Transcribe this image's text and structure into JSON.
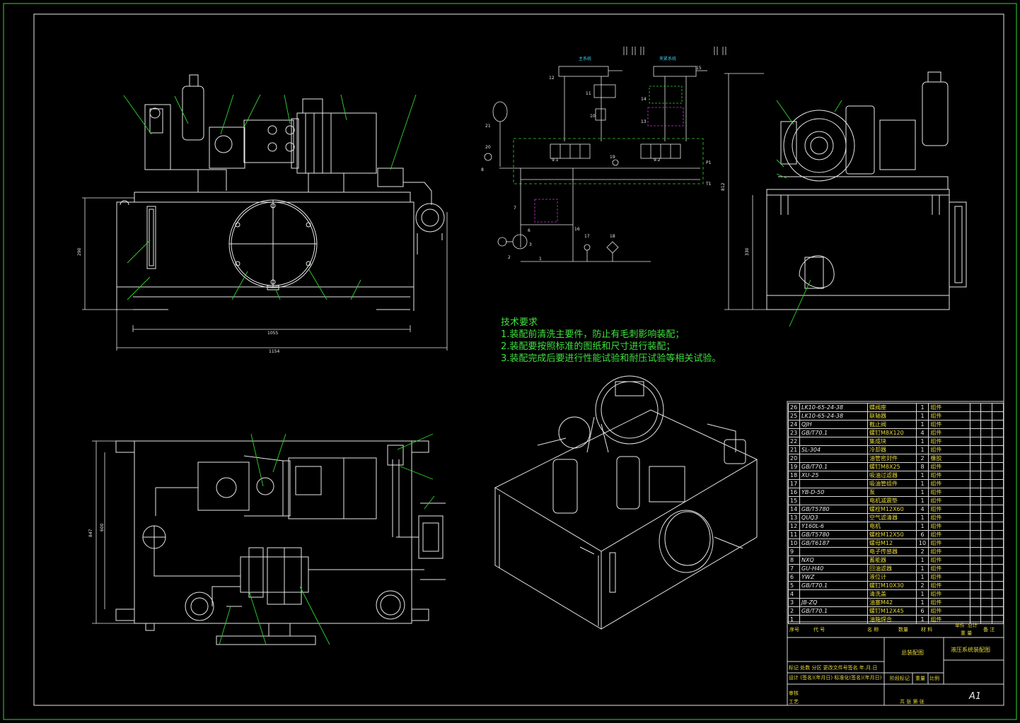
{
  "technical_requirements": {
    "heading": "技术要求",
    "items": [
      "1.装配前清洗主要件，防止有毛刺影响装配；",
      "2.装配要按照标准的图纸和尺寸进行装配；",
      "3.装配完成后要进行性能试验和耐压试验等相关试验。"
    ]
  },
  "schematic": {
    "circuit_main": "主系统",
    "circuit_clamp": "夹紧系统"
  },
  "bom_rows": [
    {
      "no": "26",
      "code": "LK10-65-24-38",
      "name": "蝶阀座",
      "qty": "1",
      "mat": "组件"
    },
    {
      "no": "25",
      "code": "LK10-65-24-38",
      "name": "联轴器",
      "qty": "1",
      "mat": "组件"
    },
    {
      "no": "24",
      "code": "QJH",
      "name": "截止阀",
      "qty": "1",
      "mat": "组件"
    },
    {
      "no": "23",
      "code": "GB/T70.1",
      "name": "螺钉M8X120",
      "qty": "4",
      "mat": "组件"
    },
    {
      "no": "22",
      "code": "",
      "name": "集成块",
      "qty": "1",
      "mat": "组件"
    },
    {
      "no": "21",
      "code": "SL-304",
      "name": "冷却器",
      "qty": "1",
      "mat": "组件"
    },
    {
      "no": "20",
      "code": "",
      "name": "油管密封件",
      "qty": "2",
      "mat": "橡胶"
    },
    {
      "no": "19",
      "code": "GB/T70.1",
      "name": "螺钉M8X25",
      "qty": "8",
      "mat": "组件"
    },
    {
      "no": "18",
      "code": "XU-25",
      "name": "吸油过滤器",
      "qty": "1",
      "mat": "组件"
    },
    {
      "no": "17",
      "code": "",
      "name": "吸油管组件",
      "qty": "1",
      "mat": "组件"
    },
    {
      "no": "16",
      "code": "YB-D-50",
      "name": "泵",
      "qty": "1",
      "mat": "组件"
    },
    {
      "no": "15",
      "code": "",
      "name": "电机减震垫",
      "qty": "1",
      "mat": "组件"
    },
    {
      "no": "14",
      "code": "GB/T5780",
      "name": "螺栓M12X60",
      "qty": "4",
      "mat": "组件"
    },
    {
      "no": "13",
      "code": "QUQ3",
      "name": "空气滤清器",
      "qty": "1",
      "mat": "组件"
    },
    {
      "no": "12",
      "code": "Y160L-6",
      "name": "电机",
      "qty": "1",
      "mat": "组件"
    },
    {
      "no": "11",
      "code": "GB/T5780",
      "name": "螺栓M12X50",
      "qty": "6",
      "mat": "组件"
    },
    {
      "no": "10",
      "code": "GB/T6187",
      "name": "螺母M12",
      "qty": "10",
      "mat": "组件"
    },
    {
      "no": "9",
      "code": "",
      "name": "电子传感器",
      "qty": "2",
      "mat": "组件"
    },
    {
      "no": "8",
      "code": "NXQ",
      "name": "蓄能器",
      "qty": "1",
      "mat": "组件"
    },
    {
      "no": "7",
      "code": "GU-H40",
      "name": "回油滤器",
      "qty": "1",
      "mat": "组件"
    },
    {
      "no": "6",
      "code": "YWZ",
      "name": "液位计",
      "qty": "1",
      "mat": "组件"
    },
    {
      "no": "5",
      "code": "GB/T70.1",
      "name": "螺钉M10X30",
      "qty": "2",
      "mat": "组件"
    },
    {
      "no": "4",
      "code": "",
      "name": "清洗盖",
      "qty": "1",
      "mat": "组件"
    },
    {
      "no": "3",
      "code": "JB-ZQ",
      "name": "油塞M42",
      "qty": "1",
      "mat": "组件"
    },
    {
      "no": "2",
      "code": "GB/T70.1",
      "name": "螺钉M12X45",
      "qty": "6",
      "mat": "组件"
    },
    {
      "no": "1",
      "code": "",
      "name": "油箱焊合",
      "qty": "1",
      "mat": "组件"
    }
  ],
  "bom_header": {
    "no": "序号",
    "code": "代 号",
    "name": "名 称",
    "qty": "数量",
    "mat": "材 料",
    "weight_single": "单件",
    "weight_total": "总计",
    "weight": "重 量",
    "remark": "备 注"
  },
  "title_block": {
    "drawing_title": "液压系统装配图",
    "assembly": "总装配图",
    "marks_row": "标记 处数 分区 更改文件号签名 年.月.日",
    "design_row": "设计 (签名)(年月日) 标准化(签名)(年月日)",
    "stage": "阶段标记",
    "weight": "重量",
    "scale": "比例",
    "review": "审核",
    "process": "工艺",
    "sheets": "共 张 第 张",
    "sheet_size": "A1"
  },
  "dimensions": {
    "front_len": "1055",
    "front_total": "1154",
    "front_height": "290",
    "side_height1": "812",
    "side_height2": "330",
    "top_depth1": "847",
    "top_depth2": "600"
  }
}
